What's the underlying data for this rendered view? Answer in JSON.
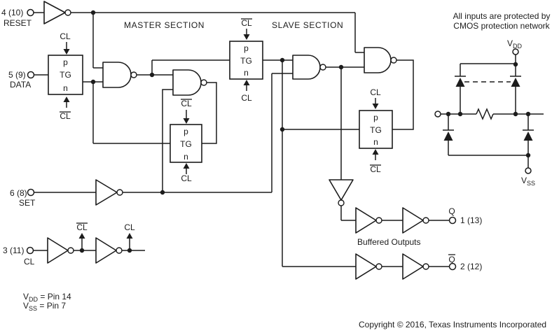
{
  "sections": {
    "master": "MASTER SECTION",
    "slave": "SLAVE SECTION"
  },
  "pins": {
    "reset": {
      "number": "4 (10)",
      "label": "RESET"
    },
    "data": {
      "number": "5 (9)",
      "label": "DATA"
    },
    "set": {
      "number": "6 (8)",
      "label": "SET"
    },
    "clock": {
      "number": "3 (11)",
      "label": "CL"
    },
    "q": {
      "number": "1 (13)",
      "label": "Q"
    },
    "q_bar": {
      "number": "2 (12)",
      "label": "Q"
    }
  },
  "gate_labels": {
    "cl": "CL",
    "p": "p",
    "tg": "TG",
    "n": "n"
  },
  "annotations": {
    "buffered_outputs": "Buffered Outputs",
    "protection_note_line1": "All inputs are protected by",
    "protection_note_line2": "CMOS protection network",
    "vdd": {
      "base": "V",
      "sub": "DD"
    },
    "vss": {
      "base": "V",
      "sub": "SS"
    },
    "vdd_assignment": " = Pin 14",
    "vss_assignment": " = Pin 7",
    "copyright": "Copyright © 2016, Texas Instruments Incorporated"
  },
  "colors": {
    "line": "#1c1c1c",
    "text": "#1c1c1c",
    "background": "#ffffff"
  }
}
